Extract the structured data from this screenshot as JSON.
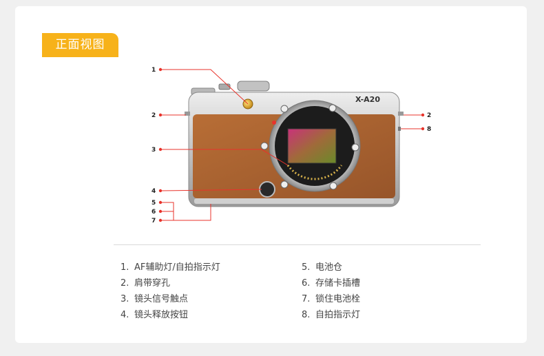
{
  "header": {
    "title": "正面视图"
  },
  "camera": {
    "model_badge": "X-A20"
  },
  "callouts": {
    "left": [
      "1",
      "2",
      "3",
      "4",
      "5",
      "6",
      "7"
    ],
    "right": [
      "2",
      "8"
    ]
  },
  "legend": [
    {
      "num": "1.",
      "label": "AF辅助灯/自拍指示灯"
    },
    {
      "num": "2.",
      "label": "肩带穿孔"
    },
    {
      "num": "3.",
      "label": "镜头信号触点"
    },
    {
      "num": "4.",
      "label": "镜头释放按钮"
    },
    {
      "num": "5.",
      "label": "电池仓"
    },
    {
      "num": "6.",
      "label": "存储卡插槽"
    },
    {
      "num": "7.",
      "label": "锁住电池栓"
    },
    {
      "num": "8.",
      "label": "自拍指示灯"
    }
  ],
  "colors": {
    "accent": "#f7b21a",
    "callout_line": "#e8332b",
    "leather": "#a8622e",
    "silver": "#c9c9c9"
  }
}
